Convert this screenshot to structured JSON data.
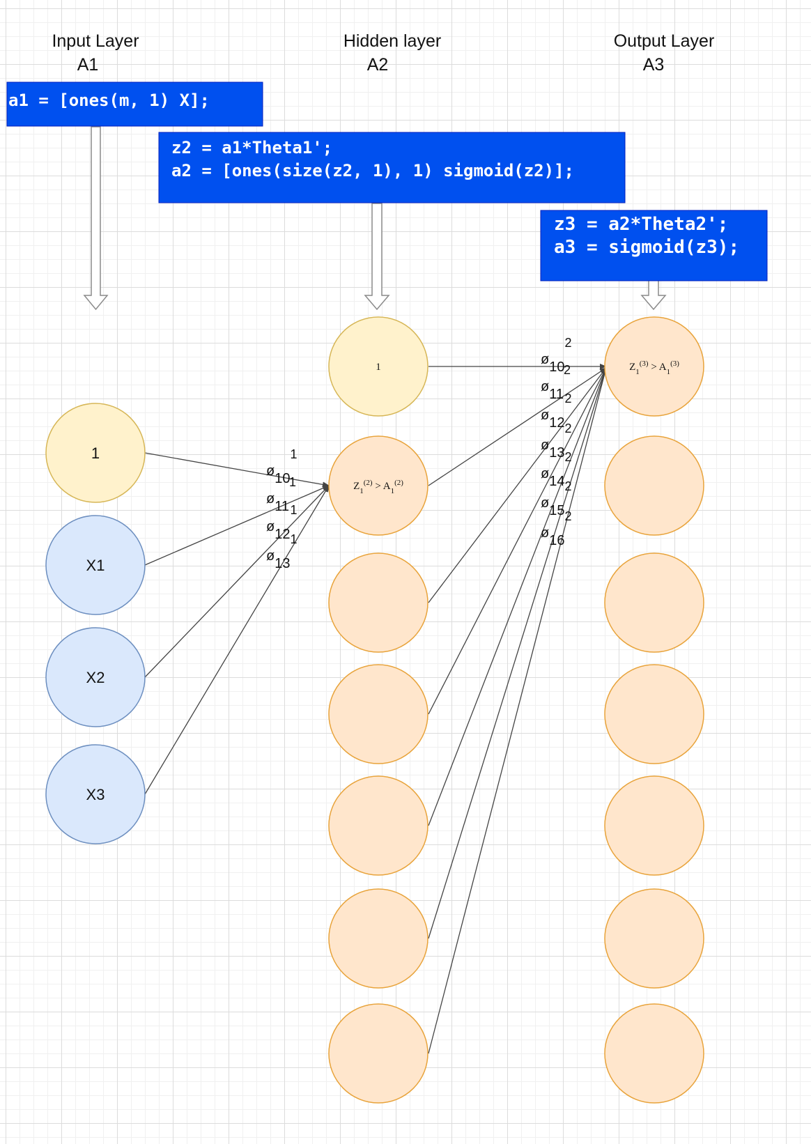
{
  "layers": [
    {
      "title": "Input Layer",
      "name": "A1"
    },
    {
      "title": "Hidden layer",
      "name": "A2"
    },
    {
      "title": "Output Layer",
      "name": "A3"
    }
  ],
  "code": {
    "input": [
      "a1 = [ones(m, 1) X];"
    ],
    "hidden": [
      "z2 = a1*Theta1';",
      "a2 = [ones(size(z2, 1), 1) sigmoid(z2)];"
    ],
    "output": [
      "z3 = a2*Theta2';",
      "a3 = sigmoid(z3);"
    ]
  },
  "input_nodes": [
    "1",
    "X1",
    "X2",
    "X3"
  ],
  "hidden_nodes": {
    "bias": "1",
    "first": {
      "z": "Z",
      "sub": "1",
      "sup": "(2)",
      "mid": " > A",
      "sub2": "1",
      "sup2": "(2)"
    }
  },
  "output_nodes": {
    "first": {
      "z": "Z",
      "sub": "1",
      "sup": "(3)",
      "mid": " > A",
      "sub2": "1",
      "sup2": "(3)"
    }
  },
  "weights_layer1": [
    {
      "base": "ø",
      "sub": "10",
      "sup": "1"
    },
    {
      "base": "ø",
      "sub": "11",
      "sup": "1"
    },
    {
      "base": "ø",
      "sub": "12",
      "sup": "1"
    },
    {
      "base": "ø",
      "sub": "13",
      "sup": "1"
    }
  ],
  "weights_layer2": [
    {
      "base": "ø",
      "sub": "10",
      "sup": "2"
    },
    {
      "base": "ø",
      "sub": "11",
      "sup": "2"
    },
    {
      "base": "ø",
      "sub": "12",
      "sup": "2"
    },
    {
      "base": "ø",
      "sub": "13",
      "sup": "2"
    },
    {
      "base": "ø",
      "sub": "14",
      "sup": "2"
    },
    {
      "base": "ø",
      "sub": "15",
      "sup": "2"
    },
    {
      "base": "ø",
      "sub": "16",
      "sup": "2"
    }
  ],
  "colors": {
    "code_box": "#0050ef",
    "input_node": "#dae8fc",
    "bias_node": "#fff2cc",
    "hidden_node": "#ffe6cc"
  }
}
